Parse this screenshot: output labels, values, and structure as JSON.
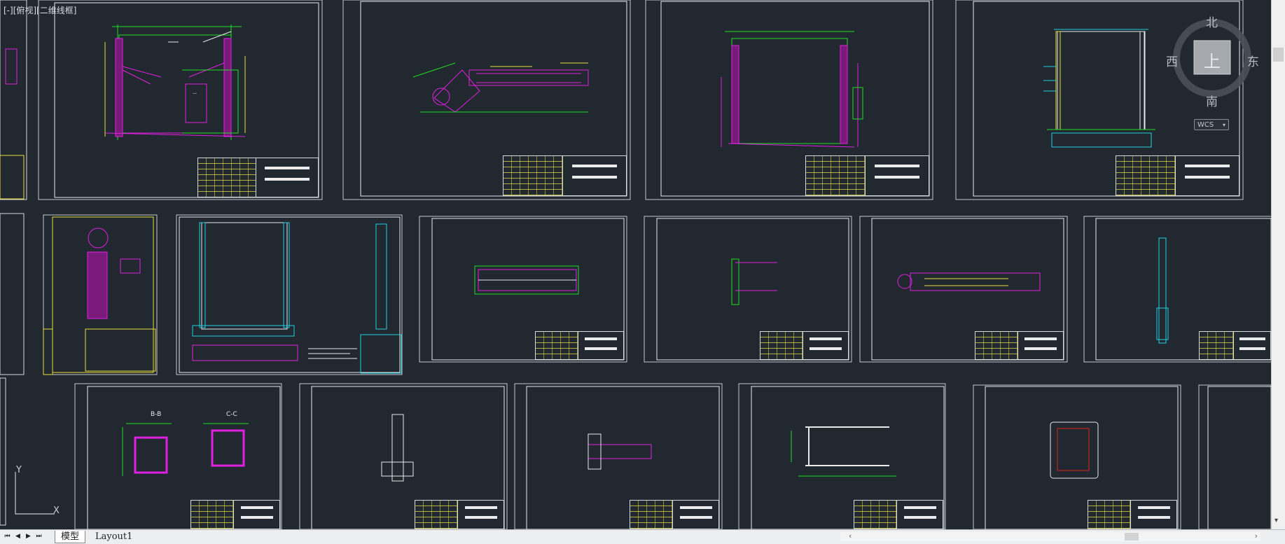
{
  "viewport": {
    "label": "[-][俯视][二维线框]"
  },
  "viewcube": {
    "north": "北",
    "south": "南",
    "east": "东",
    "west": "西",
    "top": "上",
    "wcs": "WCS"
  },
  "ucs": {
    "x": "X",
    "y": "Y"
  },
  "status_bar": {
    "tabs": [
      "模型",
      "Layout1"
    ],
    "active_tab": "模型"
  },
  "colors": {
    "background": "#212830",
    "magenta": "#e020e0",
    "green": "#22dd22",
    "yellow": "#e6dc3c",
    "cyan": "#20d0e0",
    "white": "#e8eaec",
    "red": "#e02020"
  }
}
